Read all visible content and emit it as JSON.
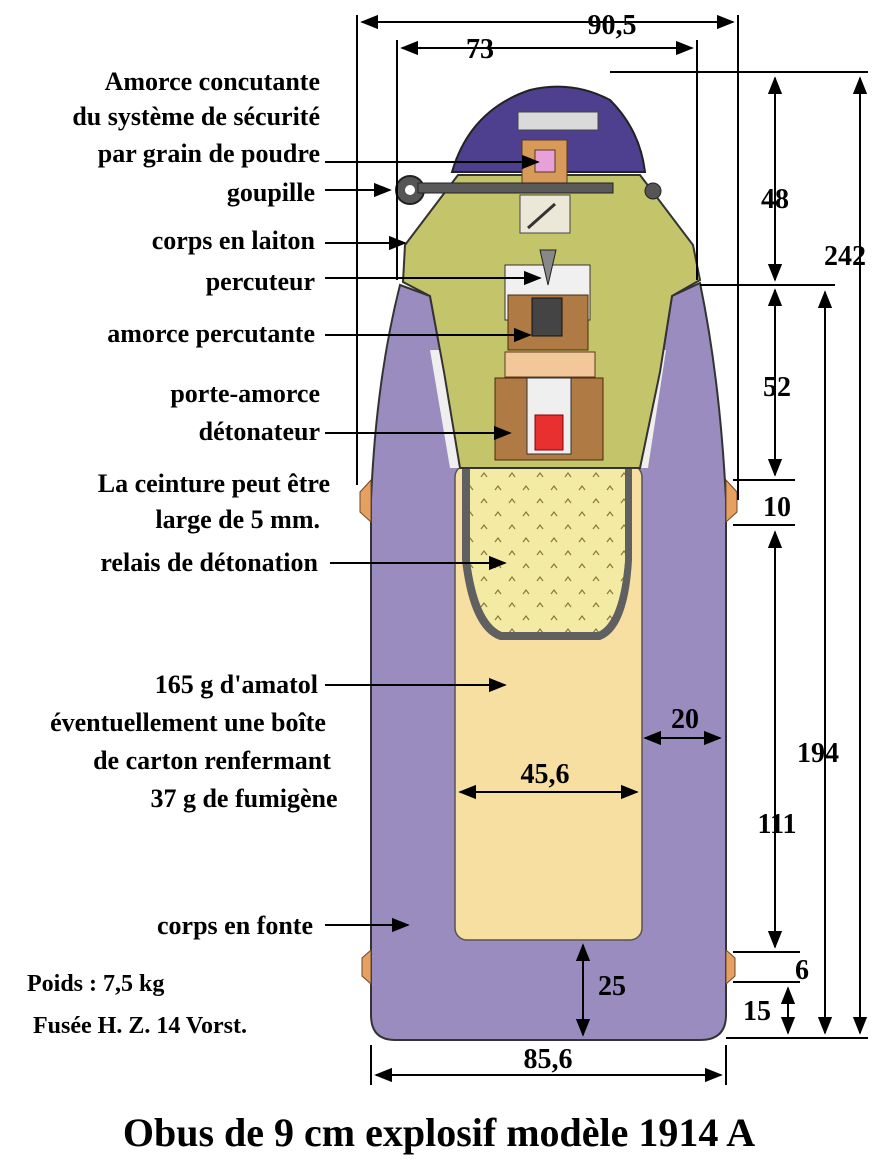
{
  "title": "Obus de 9 cm explosif modèle 1914 A",
  "labels": {
    "amorce_concutante": [
      "Amorce concutante",
      "du système de sécurité",
      "par grain de poudre"
    ],
    "goupille": "goupille",
    "corps_laiton": "corps en laiton",
    "percuteur": "percuteur",
    "amorce_percutante": "amorce percutante",
    "porte_amorce": [
      "porte-amorce",
      "détonateur"
    ],
    "ceinture": [
      "La ceinture peut être",
      "large de 5 mm."
    ],
    "relais": "relais de détonation",
    "amatol": "165 g d'amatol",
    "fumigene": [
      "éventuellement une boîte",
      "de carton renfermant",
      "37 g de fumigène"
    ],
    "corps_fonte": "corps en fonte",
    "poids": "Poids : 7,5 kg",
    "fusee": "Fusée H. Z. 14 Vorst."
  },
  "dimensions": {
    "width_top": "90,5",
    "fuse_width": "73",
    "fuse_height": "48",
    "total_height": "242",
    "upper_section": "52",
    "belt": "10",
    "body_height": "194",
    "wall": "20",
    "cavity_width": "45,6",
    "lower_section": "111",
    "lower_belt": "6",
    "base": "25",
    "base_offset": "15",
    "base_width": "85,6"
  },
  "colors": {
    "body_cast_iron": "#9a8cbf",
    "fuse_brass": "#c4c46a",
    "nose_cap": "#4f3f8f",
    "filling": "#f7dfa2",
    "relay": "#f3eaa4",
    "belt": "#e6a060",
    "detonator_red": "#e83030"
  }
}
